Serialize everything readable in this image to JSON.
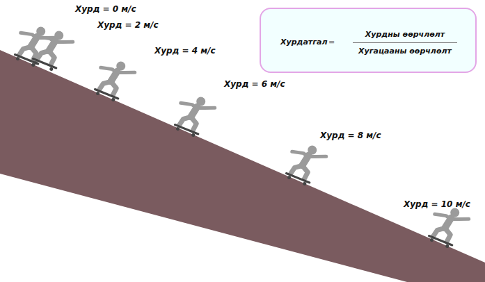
{
  "diagram": {
    "nodes": [
      {
        "text": [
          "Хурдатгал",
          "=",
          "Хурдны өөрчлөлт",
          "Хугацааны өөрчлөлт"
        ]
      }
    ],
    "labels": [
      "Хурд = 0 м/с",
      "Хурд = 2 м/с",
      "Хурд = 4 м/с",
      "Хурд = 6 м/с",
      "Хурд = 8 м/с",
      "Хурд = 10 м/с"
    ]
  }
}
